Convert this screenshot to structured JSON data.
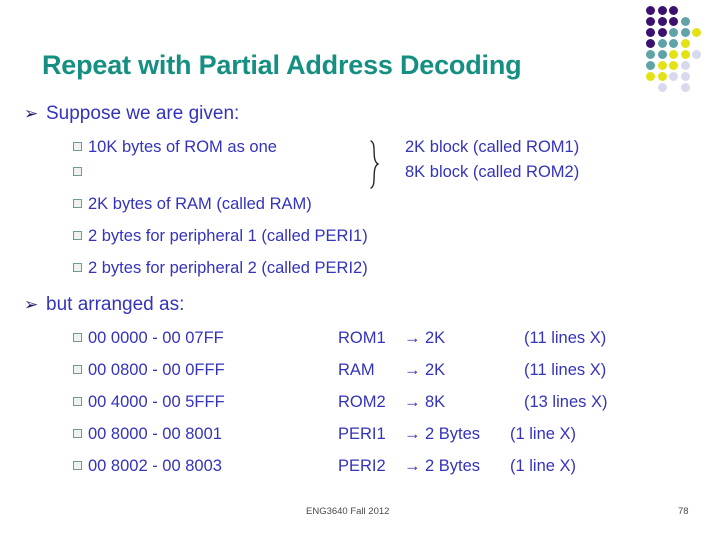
{
  "slide": {
    "title": "Repeat with Partial Address Decoding",
    "colors": {
      "title": "#158f82",
      "body_text": "#3333bb",
      "arrow_bullet": "#1f1f6e",
      "square_bullet_border": "#6f9b94",
      "footer": "#4a4a4a",
      "dot_dark_purple": "#3b1170",
      "dot_teal": "#5fa3a8",
      "dot_yellow": "#e2e215",
      "dot_lavender": "#d9d9ee"
    }
  },
  "bullets": {
    "given_heading": "Suppose we are given:",
    "arranged_heading": "but arranged as:",
    "arrow_glyph": "➢",
    "rom_rows": [
      {
        "left": "10K bytes of ROM as one",
        "right": "2K block (called ROM1)"
      },
      {
        "left": "",
        "right": "8K block (called ROM2)"
      }
    ],
    "given_items": [
      "2K bytes of RAM (called RAM)",
      "2   bytes for peripheral 1 (called PERI1)",
      "2   bytes for peripheral 2 (called PERI2)"
    ]
  },
  "address_table": {
    "arrow_glyph": "→",
    "rows": [
      {
        "range": "00 0000 - 00 07FF",
        "name": "ROM1",
        "size": "2K",
        "lines": "(11 lines X)"
      },
      {
        "range": "00 0800 - 00 0FFF",
        "name": "RAM",
        "size": "2K",
        "lines": "(11 lines X)"
      },
      {
        "range": "00 4000 - 00 5FFF",
        "name": "ROM2",
        "size": "8K",
        "lines": "(13 lines X)"
      },
      {
        "range": "00 8000 - 00 8001",
        "name": "PERI1",
        "size": "2 Bytes",
        "lines": "(1 line X)"
      },
      {
        "range": "00 8002 - 00 8003",
        "name": "PERI2",
        "size": "2 Bytes",
        "lines": "(1 line X)"
      }
    ]
  },
  "footer": {
    "course": "ENG3640 Fall 2012",
    "page": "78"
  },
  "decoration": {
    "dot_grid": {
      "columns": 5,
      "rows": 8,
      "cells": [
        [
          "dark",
          "dark",
          "dark",
          "none",
          "none"
        ],
        [
          "dark",
          "dark",
          "dark",
          "teal",
          "none"
        ],
        [
          "dark",
          "dark",
          "teal",
          "teal",
          "yellow"
        ],
        [
          "dark",
          "teal",
          "teal",
          "yellow",
          "none"
        ],
        [
          "teal",
          "teal",
          "yellow",
          "yellow",
          "lav"
        ],
        [
          "teal",
          "yellow",
          "yellow",
          "lav",
          "none"
        ],
        [
          "yellow",
          "yellow",
          "lav",
          "lav",
          "none"
        ],
        [
          "none",
          "lav",
          "none",
          "lav",
          "none"
        ]
      ]
    }
  }
}
